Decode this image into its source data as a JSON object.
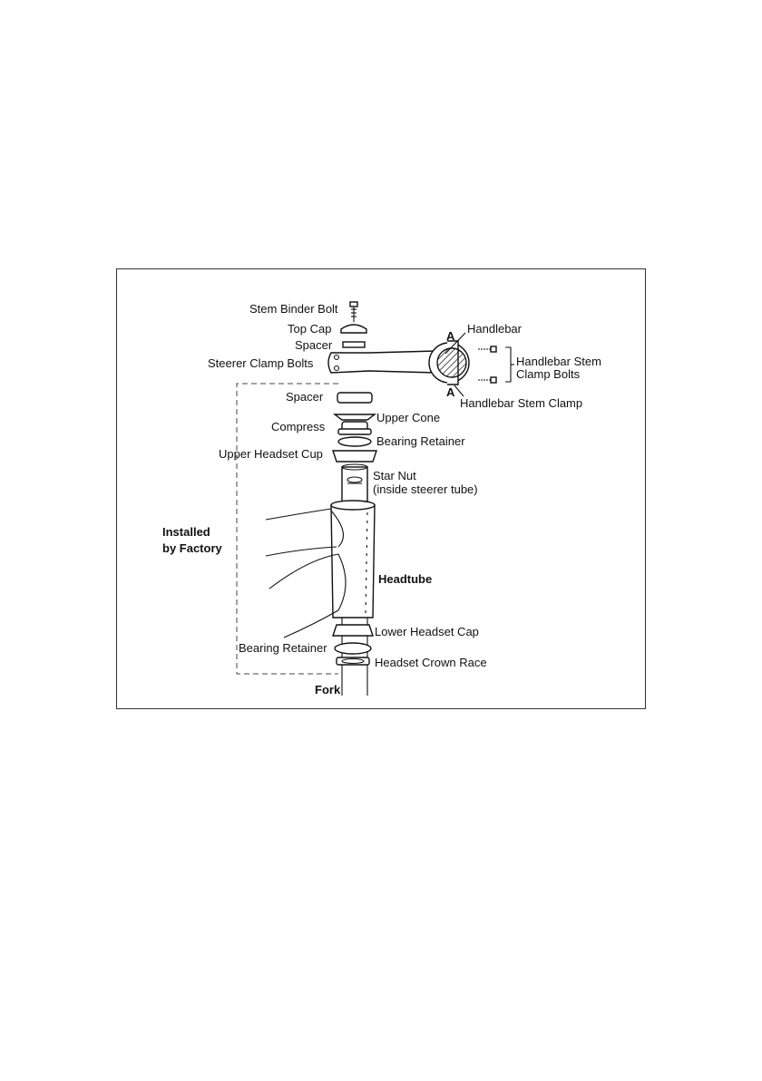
{
  "labels": {
    "stem_binder_bolt": "Stem Binder Bolt",
    "top_cap": "Top Cap",
    "spacer_top": "Spacer",
    "steerer_clamp_bolts": "Steerer Clamp Bolts",
    "spacer": "Spacer",
    "upper_cone": "Upper Cone",
    "compress": "Compress",
    "bearing_retainer_upper": "Bearing Retainer",
    "upper_headset_cup": "Upper Headset Cup",
    "star_nut": "Star Nut",
    "star_nut_note": "(inside steerer tube)",
    "installed_line1": "Installed",
    "installed_line2": "by Factory",
    "headtube": "Headtube",
    "lower_headset_cap": "Lower Headset Cap",
    "bearing_retainer_lower": "Bearing Retainer",
    "headset_crown_race": "Headset Crown Race",
    "fork": "Fork",
    "handlebar": "Handlebar",
    "handlebar_stem_clamp_bolts_1": "Handlebar Stem",
    "handlebar_stem_clamp_bolts_2": "Clamp Bolts",
    "handlebar_stem_clamp": "Handlebar Stem Clamp",
    "section_a_top": "A",
    "section_a_bottom": "A"
  }
}
